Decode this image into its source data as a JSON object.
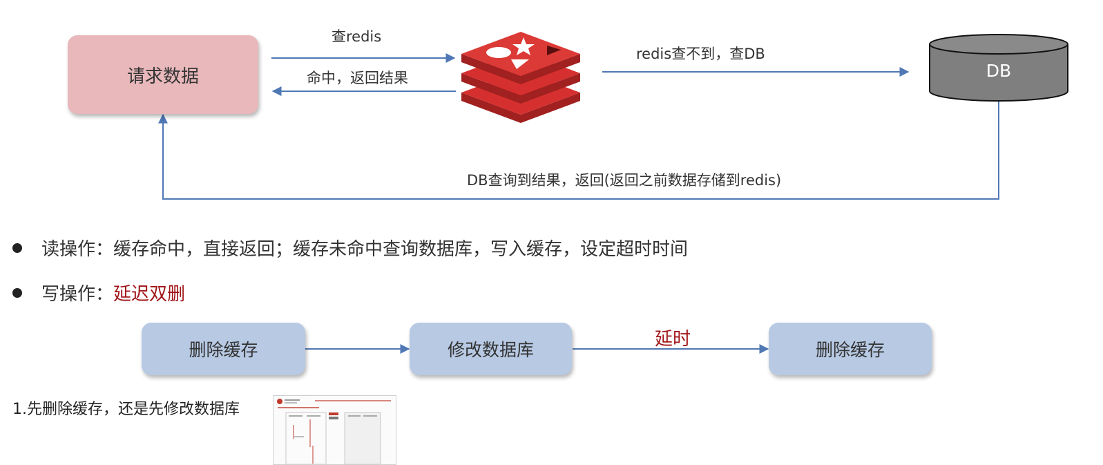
{
  "flow_top": {
    "request_box": "请求数据",
    "query_redis": "查redis",
    "hit_return": "命中，返回结果",
    "redis_miss": "redis查不到，查DB",
    "db_label": "DB",
    "db_return": "DB查询到结果，返回(返回之前数据存储到redis)"
  },
  "bullets": [
    {
      "prefix": "读操作：",
      "text": "缓存命中，直接返回；缓存未命中查询数据库，写入缓存，设定超时时间"
    },
    {
      "prefix": "写操作：",
      "text": "延迟双删"
    }
  ],
  "flow_bottom": {
    "step1": "删除缓存",
    "step2": "修改数据库",
    "delay": "延时",
    "step3": "删除缓存"
  },
  "note": "1.先删除缓存，还是先修改数据库",
  "colors": {
    "arrow": "#4f78b4",
    "pink_box": "#e8b8bb",
    "blue_box": "#b7c9e3",
    "accent_red": "#a11417",
    "redis_red": "#d5302f",
    "db_gray": "#7f7f7f"
  },
  "icons": {
    "redis": "redis-logo-icon",
    "db": "database-cylinder-icon",
    "bullet": "bullet-dot-icon"
  }
}
